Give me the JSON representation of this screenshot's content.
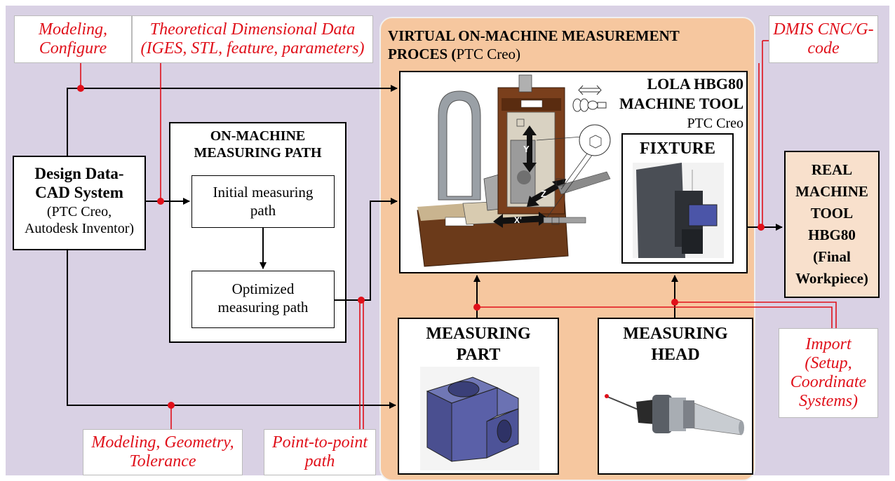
{
  "notes": {
    "modeling_configure": [
      "Modeling,",
      "Configure"
    ],
    "theoretical": [
      "Theoretical Dimensional Data",
      "(IGES, STL, feature, parameters)"
    ],
    "dmis": [
      "DMIS CNC/G-",
      "code"
    ],
    "modeling_geometry": [
      "Modeling, Geometry,",
      "Tolerance"
    ],
    "point_to_point": [
      "Point-to-point",
      "path"
    ],
    "import": [
      "Import",
      "(Setup,",
      "Coordinate",
      "Systems)"
    ]
  },
  "design": {
    "title": [
      "Design Data-",
      "CAD System"
    ],
    "sub": [
      "(PTC Creo,",
      "Autodesk Inventor)"
    ]
  },
  "path": {
    "title": [
      "ON-MACHINE",
      "MEASURING PATH"
    ],
    "initial": [
      "Initial measuring",
      "path"
    ],
    "optimized": [
      "Optimized",
      "measuring path"
    ]
  },
  "virtual": {
    "title1": "VIRTUAL ON-MACHINE MEASUREMENT",
    "title2_bold": "PROCES (",
    "title2_normal": "PTC Creo)"
  },
  "machine": {
    "title": [
      "LOLA HBG80",
      "MACHINE TOOL"
    ],
    "sub": "PTC Creo",
    "axis_y": "Y",
    "axis_z": "Z",
    "axis_x": "X'"
  },
  "fixture": {
    "title": "FIXTURE"
  },
  "part": {
    "title": [
      "MEASURING",
      "PART"
    ]
  },
  "head": {
    "title": [
      "MEASURING",
      "HEAD"
    ]
  },
  "real": {
    "title": [
      "REAL",
      "MACHINE",
      "TOOL",
      "HBG80",
      "(Final",
      "Workpiece)"
    ]
  },
  "colors": {
    "accent_red": "#e0101a",
    "virtual_bg": "#f6c79f",
    "background": "#d9d1e4",
    "real_box": "#f8e0cc"
  }
}
